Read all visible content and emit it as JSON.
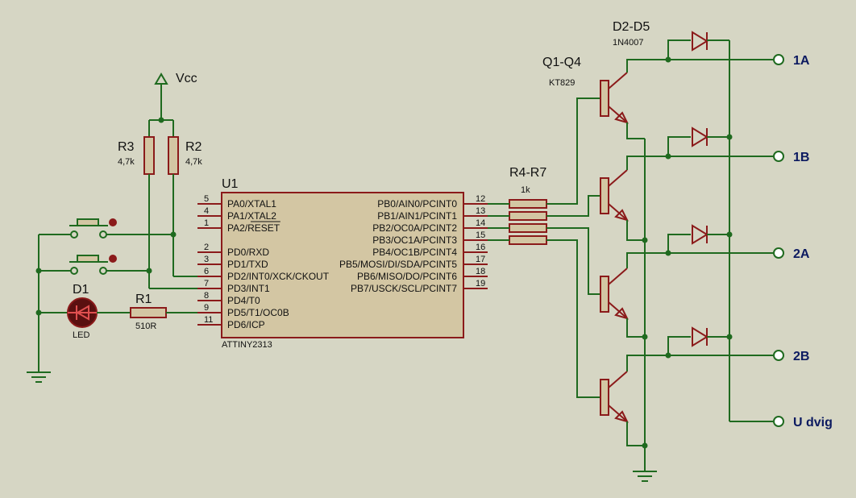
{
  "power": {
    "vcc": "Vcc"
  },
  "resistors": {
    "r3": {
      "ref": "R3",
      "value": "4,7k"
    },
    "r2": {
      "ref": "R2",
      "value": "4,7k"
    },
    "r1": {
      "ref": "R1",
      "value": "510R"
    },
    "array": {
      "ref": "R4-R7",
      "value": "1k"
    }
  },
  "led": {
    "ref": "D1",
    "value": "LED"
  },
  "mcu": {
    "ref": "U1",
    "part": "ATTINY2313",
    "left_pins": [
      {
        "num": "5",
        "name": "PA0/XTAL1"
      },
      {
        "num": "4",
        "name": "PA1/XTAL2"
      },
      {
        "num": "1",
        "name": "PA2/RESET"
      },
      {
        "num": "2",
        "name": "PD0/RXD"
      },
      {
        "num": "3",
        "name": "PD1/TXD"
      },
      {
        "num": "6",
        "name": "PD2/INT0/XCK/CKOUT"
      },
      {
        "num": "7",
        "name": "PD3/INT1"
      },
      {
        "num": "8",
        "name": "PD4/T0"
      },
      {
        "num": "9",
        "name": "PD5/T1/OC0B"
      },
      {
        "num": "11",
        "name": "PD6/ICP"
      }
    ],
    "right_pins": [
      {
        "num": "12",
        "name": "PB0/AIN0/PCINT0"
      },
      {
        "num": "13",
        "name": "PB1/AIN1/PCINT1"
      },
      {
        "num": "14",
        "name": "PB2/OC0A/PCINT2"
      },
      {
        "num": "15",
        "name": "PB3/OC1A/PCINT3"
      },
      {
        "num": "16",
        "name": "PB4/OC1B/PCINT4"
      },
      {
        "num": "17",
        "name": "PB5/MOSI/DI/SDA/PCINT5"
      },
      {
        "num": "18",
        "name": "PB6/MISO/DO/PCINT6"
      },
      {
        "num": "19",
        "name": "PB7/USCK/SCL/PCINT7"
      }
    ]
  },
  "transistors": {
    "ref": "Q1-Q4",
    "value": "KT829"
  },
  "diodes": {
    "ref": "D2-D5",
    "value": "1N4007"
  },
  "terminals": [
    "1A",
    "1B",
    "2A",
    "2B",
    "U dvig"
  ]
}
